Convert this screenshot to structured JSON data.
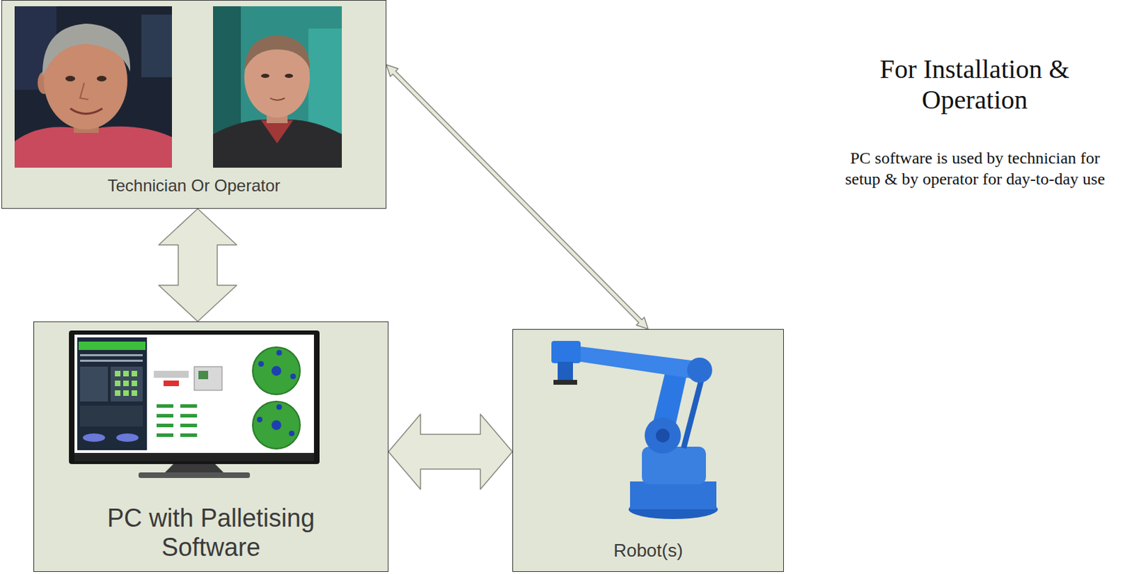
{
  "diagram": {
    "nodes": [
      {
        "text": [
          "Technician Or Operator"
        ]
      },
      {
        "text": [
          "PC with Palletising Software"
        ]
      },
      {
        "text": [
          "Robot(s)"
        ]
      }
    ],
    "edges": [
      {
        "from": 0,
        "to": 1,
        "arrow": "both"
      },
      {
        "from": 1,
        "to": 2,
        "arrow": "both"
      },
      {
        "from": 0,
        "to": 2,
        "arrow": "both"
      }
    ],
    "labels": [
      "For Installation & Operation",
      "PC software is used by technician for setup & by operator for day-to-day use"
    ]
  }
}
